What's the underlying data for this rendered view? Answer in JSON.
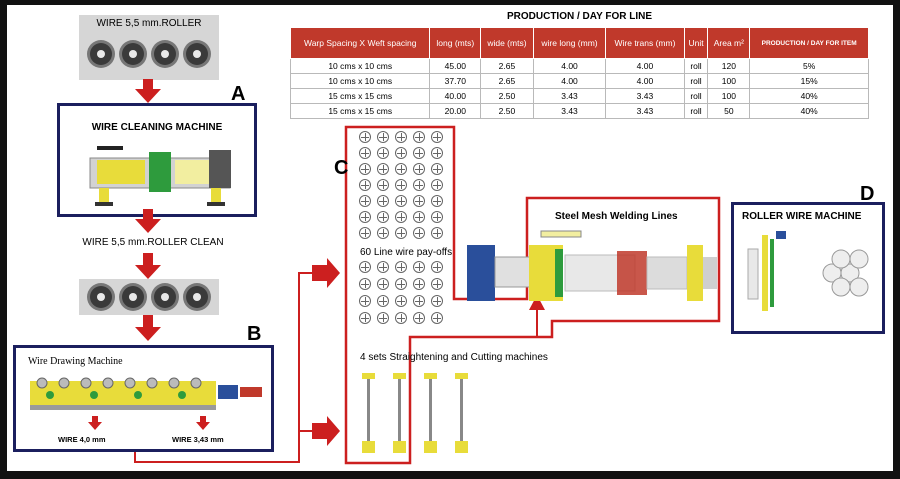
{
  "stages": {
    "wire_roller": {
      "label": "WIRE 5,5 mm.ROLLER"
    },
    "cleaning": {
      "letter": "A",
      "title": "WIRE CLEANING MACHINE"
    },
    "clean_roller": {
      "label": "WIRE 5,5 mm.ROLLER  CLEAN"
    },
    "drawing": {
      "letter": "B",
      "title": "Wire Drawing Machine",
      "out_1": "WIRE 4,0 mm",
      "out_2": "WIRE 3,43 mm"
    },
    "welding": {
      "letter": "C",
      "payoffs": "60 Line wire pay-offs",
      "straightening": "4 sets Straightening and Cutting machines",
      "lines": "Steel Mesh Welding Lines"
    },
    "roller_machine": {
      "letter": "D",
      "title": "ROLLER WIRE  MACHINE"
    }
  },
  "table": {
    "title": "PRODUCTION / DAY FOR LINE",
    "headers": [
      "Warp Spacing X Weft spacing",
      "long (mts)",
      "wide (mts)",
      "wire long (mm)",
      "Wire trans (mm)",
      "Unit",
      "Area m²",
      "PRODUCTION / DAY FOR ITEM"
    ],
    "rows": [
      [
        "10 cms x 10 cms",
        "45.00",
        "2.65",
        "4.00",
        "4.00",
        "roll",
        "120",
        "5%"
      ],
      [
        "10 cms x 10 cms",
        "37.70",
        "2.65",
        "4.00",
        "4.00",
        "roll",
        "100",
        "15%"
      ],
      [
        "15 cms x 15 cms",
        "40.00",
        "2.50",
        "3.43",
        "3.43",
        "roll",
        "100",
        "40%"
      ],
      [
        "15 cms x 15 cms",
        "20.00",
        "2.50",
        "3.43",
        "3.43",
        "roll",
        "50",
        "40%"
      ]
    ]
  },
  "colors": {
    "navy": "#1b1f5e",
    "red": "#cc1f1f",
    "table_header": "#c0392b",
    "machine_yellow": "#e8dc3a",
    "machine_green": "#2e9b3d"
  }
}
